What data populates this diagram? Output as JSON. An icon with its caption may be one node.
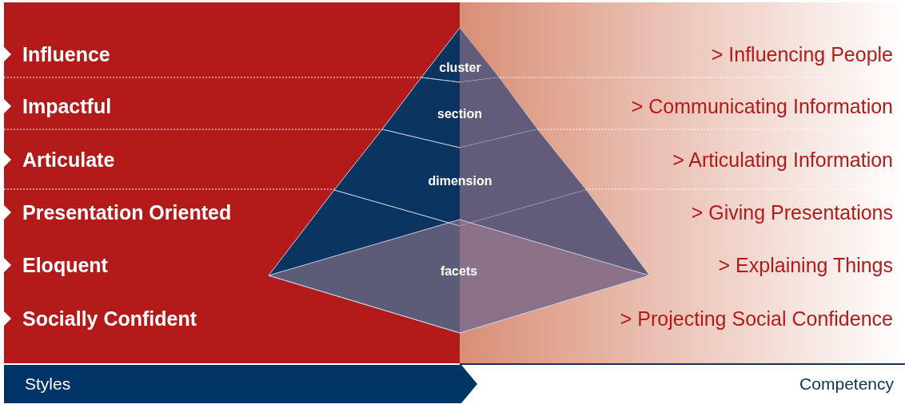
{
  "diagram": {
    "nodes": [
      {
        "text": [
          "cluster"
        ]
      },
      {
        "text": [
          "section"
        ]
      },
      {
        "text": [
          "dimension"
        ]
      },
      {
        "text": [
          "facets"
        ]
      },
      {
        "text": [
          "Styles"
        ]
      }
    ],
    "labels": [
      "Influence",
      "> Influencing People",
      "Impactful",
      "> Communicating Information",
      "Articulate",
      "> Articulating Information",
      "Presentation Oriented",
      "> Giving Presentations",
      "Eloquent",
      "> Explaining Things",
      "Socially Confident",
      "> Projecting Social Confidence",
      "Competency"
    ]
  }
}
